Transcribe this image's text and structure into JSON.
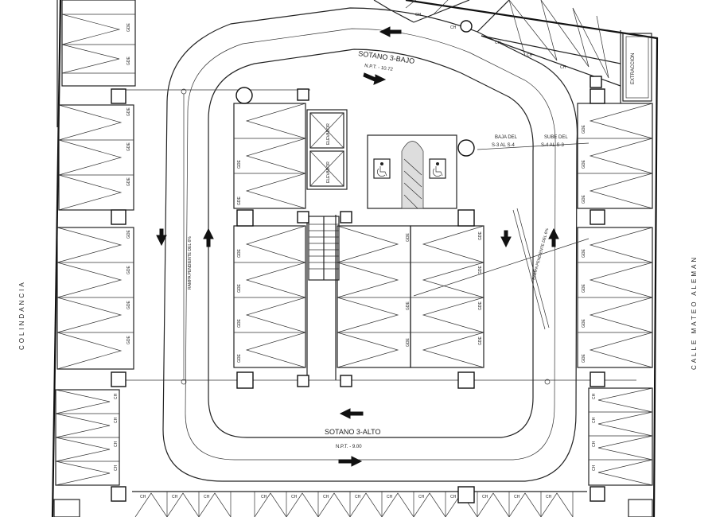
{
  "labels": {
    "sotano_bajo": "SOTANO 3-BAJO",
    "npt_bajo": "N.P.T. - 10.72",
    "sotano_alto": "SOTANO 3-ALTO",
    "npt_alto": "N.P.T. - 9.00",
    "ramp_left": "RAMPA PENDIENTE DEL 6%",
    "ramp_right": "RAMPA PENDIENTE DEL 6%",
    "baja": "BAJA DEL",
    "baja2": "S-3 AL S-4",
    "sube": "SUBE DEL",
    "sube2": "S-4 AL S-3",
    "elevator1": "ELEVADOR",
    "elevator2": "ELEVADOR",
    "extraccion": "EXTRACCION",
    "colindancia": "COLINDANCIA",
    "street": "CALLE MATEO ALEMAN",
    "stall_gde": "GDE",
    "stall_ch": "CH"
  },
  "icons": [
    "arrow-icon",
    "accessible-icon",
    "elevator-icon",
    "stairs-icon"
  ]
}
